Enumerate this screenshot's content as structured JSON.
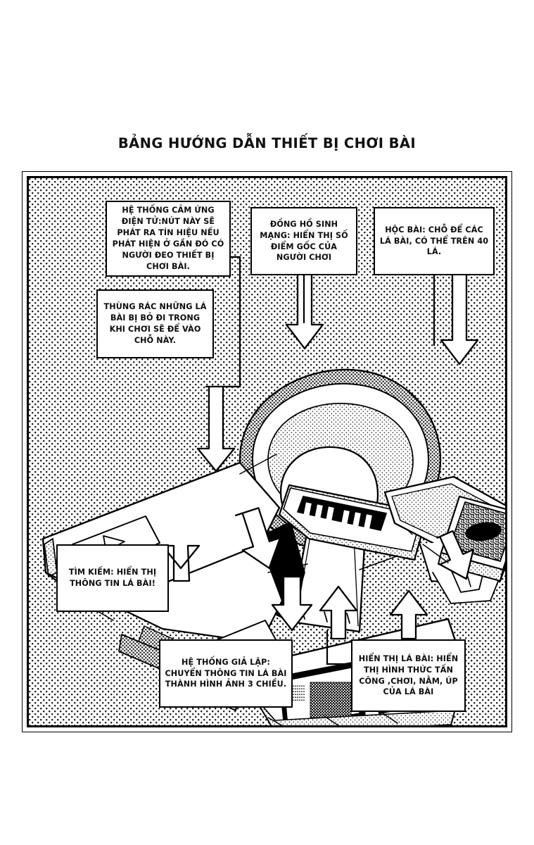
{
  "page": {
    "title": "BẢNG HƯỚNG DẪN THIẾT BỊ CHƠI BÀI",
    "background_color": "#ffffff",
    "ink_color": "#000000",
    "halftone": "dot-screen"
  },
  "callouts": [
    {
      "id": "sensor",
      "name": "callout-sensor-system",
      "text": "HỆ THỐNG CẢM ỨNG ĐIỆN TỬ:NÚT NÀY SẼ PHÁT RA TÍN HIỆU NẾU PHÁT HIỆN Ở GẦN ĐÓ CÓ NGƯỜI ĐEO THIẾT BỊ CHƠI BÀI."
    },
    {
      "id": "lifepoint",
      "name": "callout-life-point-clock",
      "text": "ĐỒNG HỒ SINH MẠNG: HIỂN THỊ SỐ ĐIỂM GỐC CỦA NGƯỜI CHƠI"
    },
    {
      "id": "deck",
      "name": "callout-deck-holder",
      "text": "HỘC BÀI: CHỖ ĐỂ CÁC LÁ BÀI, CÓ THỂ TRÊN 40 LÁ."
    },
    {
      "id": "graveyard",
      "name": "callout-graveyard",
      "text": "THÙNG RÁC NHỮNG LÁ BÀI BỊ BỎ ĐI TRONG KHI CHƠI SẼ ĐỂ VÀO CHỖ NÀY."
    },
    {
      "id": "search",
      "name": "callout-search",
      "text": "TÌM KIẾM: HIỂN THỊ THÔNG TIN LÁ BÀI!"
    },
    {
      "id": "hologram",
      "name": "callout-hologram-system",
      "text": "HỆ THỐNG GIẢ LẬP: CHUYỂN THÔNG TIN LÁ BÀI THÀNH HÌNH ẢNH 3 CHIỀU."
    },
    {
      "id": "carddisplay",
      "name": "callout-card-display",
      "text": "HIỂN THỊ LÁ BÀI: HIỂN THỊ HÌNH THỨC TẤN CÔNG ,CHƠI, NẰM, ÚP CỦA LÁ BÀI"
    }
  ],
  "illustration": {
    "subject": "duel-disk-card-playing-device",
    "parts": [
      "sensor-button",
      "life-point-counter-display",
      "deck-holder-box",
      "graveyard-slot",
      "card-slot-one",
      "card-slot-two",
      "card-slot-three",
      "search-screen",
      "card-display-screen-left",
      "card-display-screen-right",
      "hologram-projector-disc"
    ]
  }
}
